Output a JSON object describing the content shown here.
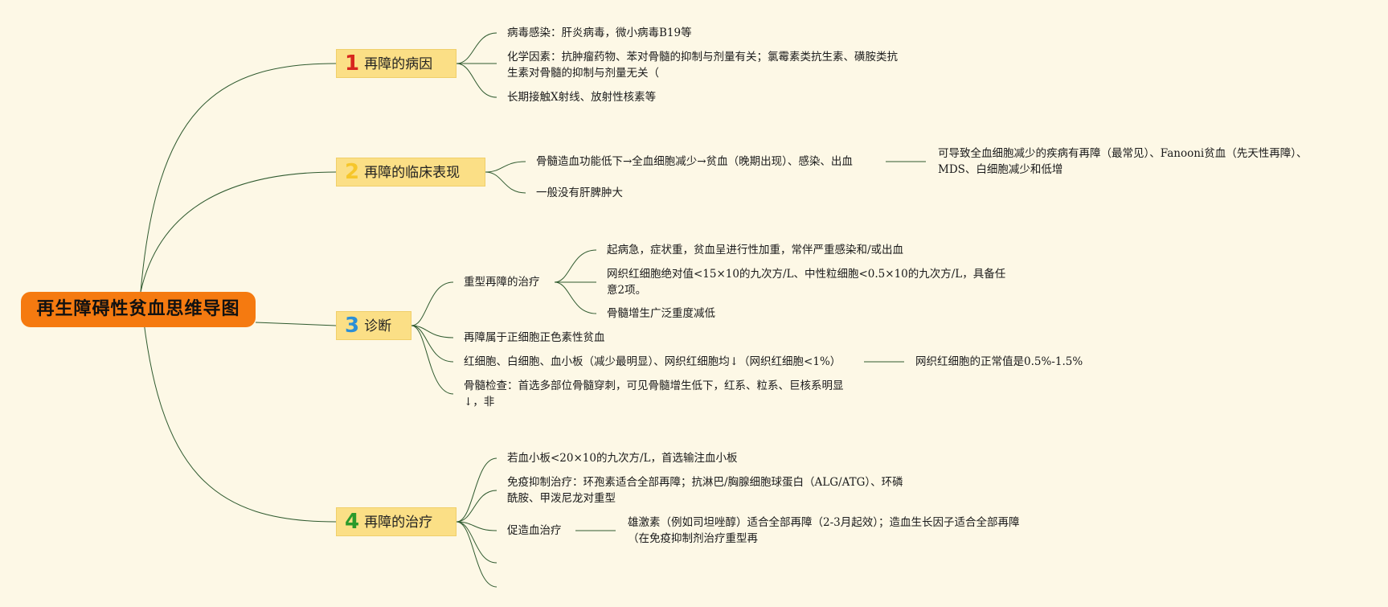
{
  "root": {
    "title": "再生障碍性贫血思维导图"
  },
  "topics": [
    {
      "num": "1",
      "label": "再障的病因"
    },
    {
      "num": "2",
      "label": "再障的临床表现"
    },
    {
      "num": "3",
      "label": "诊断"
    },
    {
      "num": "4",
      "label": "再障的治疗"
    }
  ],
  "cause": {
    "virus": "病毒感染：肝炎病毒，微小病毒B19等",
    "chem": "化学因素：抗肿瘤药物、苯对骨髓的抑制与剂量有关；氯霉素类抗生素、磺胺类抗生素对骨髓的抑制与剂量无关（",
    "xray": "长期接触X射线、放射性核素等"
  },
  "clinical": {
    "main": "骨髓造血功能低下→全血细胞减少→贫血（晚期出现）、感染、出血",
    "note": "可导致全血细胞减少的疾病有再障（最常见）、Fanooni贫血（先天性再障）、MDS、白细胞减少和低增",
    "liver": "一般没有肝脾肿大"
  },
  "diagnosis": {
    "severe": "重型再障的治疗",
    "severe_items": [
      "起病急，症状重，贫血呈进行性加重，常伴严重感染和/或出血",
      "网织红细胞绝对值<15×10的九次方/L、中性粒细胞<0.5×10的九次方/L，具备任意2项。",
      "骨髓增生广泛重度减低"
    ],
    "normocytic": "再障属于正细胞正色素性贫血",
    "blood": "红细胞、白细胞、血小板（减少最明显）、网织红细胞均↓（网织红细胞<1%）",
    "retic_note": "网织红细胞的正常值是0.5%-1.5%",
    "marrow": "骨髓检查：首选多部位骨髓穿刺，可见骨髓增生低下，红系、粒系、巨核系明显↓，非"
  },
  "treatment": {
    "platelet": "若血小板<20×10的九次方/L，首选输注血小板",
    "immune": "免疫抑制治疗：环孢素适合全部再障；抗淋巴/胸腺细胞球蛋白（ALG/ATG）、环磷酰胺、甲泼尼龙对重型",
    "hemo": "促造血治疗",
    "hemo_note": "雄激素（例如司坦唑醇）适合全部再障（2-3月起效）；造血生长因子适合全部再障（在免疫抑制剂治疗重型再"
  },
  "colors": {
    "root_bg": "#f57a10",
    "topic_bg": "#fbdf86",
    "line": "#2f5a2f",
    "canvas": "#fdf8e6"
  }
}
